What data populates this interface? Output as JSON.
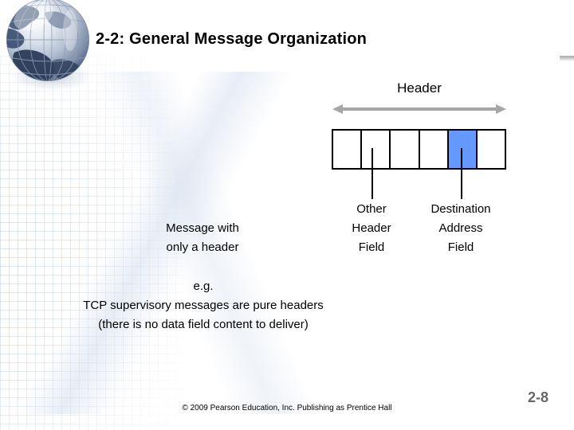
{
  "slide": {
    "title": "2-2: General Message Organization",
    "page_number": "2-8",
    "copyright": "© 2009 Pearson Education, Inc.  Publishing as Prentice Hall"
  },
  "diagram": {
    "header_label": "Header",
    "span_arrow_name": "double-headed-arrow",
    "arrow_color": "#A6A6A6",
    "highlight_color": "#6699FF",
    "border_color": "#000000",
    "cell_count": 6,
    "cells": [
      {
        "index": 1,
        "filled": false,
        "label": ""
      },
      {
        "index": 2,
        "filled": false,
        "label": "Other Header Field"
      },
      {
        "index": 3,
        "filled": false,
        "label": ""
      },
      {
        "index": 4,
        "filled": false,
        "label": ""
      },
      {
        "index": 5,
        "filled": true,
        "label": "Destination Address Field"
      },
      {
        "index": 6,
        "filled": false,
        "label": ""
      }
    ]
  },
  "callouts": {
    "message": {
      "line1": "Message with",
      "line2": "only a header"
    },
    "other_header_field": {
      "line1": "Other",
      "line2": "Header",
      "line3": "Field"
    },
    "destination_address_field": {
      "line1": "Destination",
      "line2": "Address",
      "line3": "Field"
    }
  },
  "example": {
    "line1": "e.g.",
    "line2": "TCP supervisory messages are pure headers",
    "line3": "(there is no data field content to deliver)"
  }
}
